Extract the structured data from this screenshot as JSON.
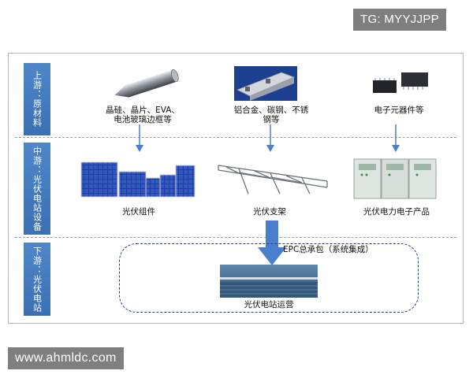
{
  "watermark_top": "TG: MYYJJPP",
  "watermark_bottom": "www.ahmldc.com",
  "stages": {
    "upstream": "上游：原材料",
    "midstream": "中游：光伏电站设备",
    "downstream": "下游：光伏电站"
  },
  "upstream": {
    "item1": [
      "晶硅、晶片、EVA、",
      "电池玻璃边框等"
    ],
    "item2": [
      "铝合金、碳钢、不锈",
      "钢等"
    ],
    "item3": "电子元器件等"
  },
  "midstream": {
    "item1": "光伏组件",
    "item2": "光伏支架",
    "item3": "光伏电力电子产品"
  },
  "downstream": {
    "epc": "EPC总承包（系统集成）",
    "station": "光伏电站运营"
  },
  "colors": {
    "stage_blue": "#3b70b3",
    "arrow_blue": "#4a7fd0",
    "border": "#b5b5b5"
  },
  "icons": [
    "crystal-silicon-icon",
    "aluminum-profile-icon",
    "electronic-chip-icon",
    "solar-panel-icon",
    "pv-bracket-icon",
    "electrical-cabinet-icon",
    "power-station-icon"
  ]
}
